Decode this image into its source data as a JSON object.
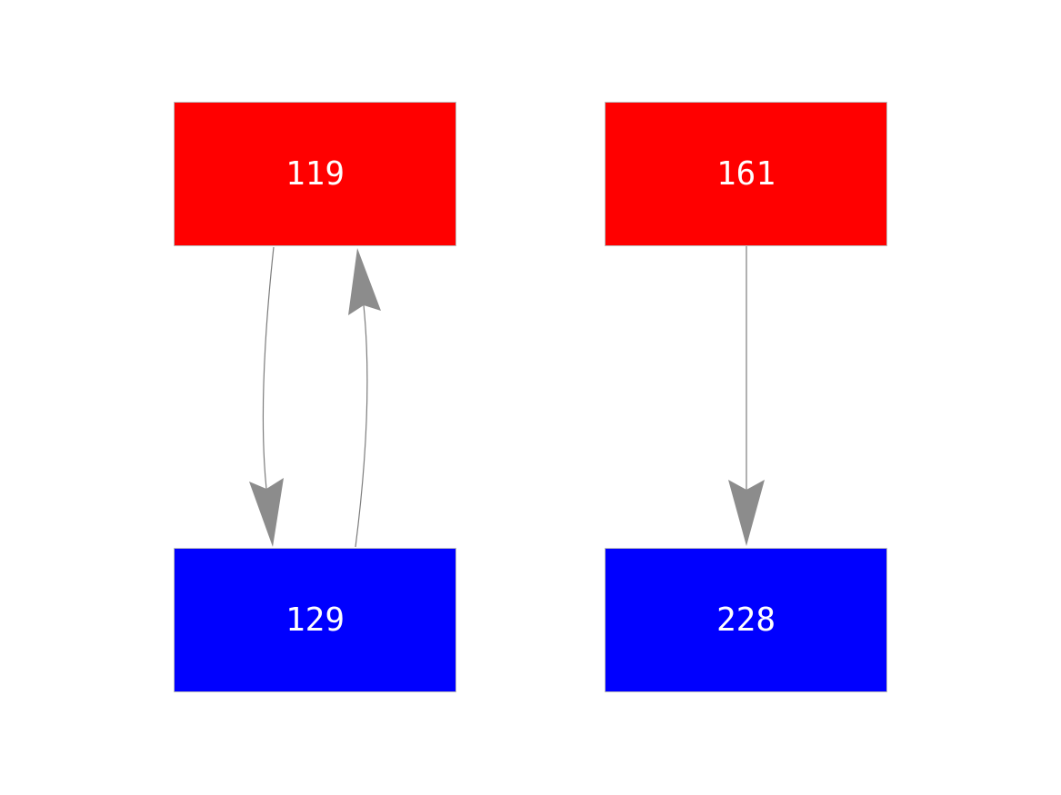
{
  "diagram": {
    "type": "graph",
    "background_color": "#ffffff",
    "node_border_color": "#bdbdbd",
    "edge_color": "#7d7d7d",
    "arrow_fill": "#8c8c8c",
    "label_text_color": "#ffffff",
    "node_colors": {
      "top_row": "#ff0000",
      "bottom_row": "#0000ff"
    },
    "nodes": [
      {
        "id": "119",
        "label": "119",
        "color": "#ff0000",
        "row": "top",
        "column": "left"
      },
      {
        "id": "161",
        "label": "161",
        "color": "#ff0000",
        "row": "top",
        "column": "right"
      },
      {
        "id": "129",
        "label": "129",
        "color": "#0000ff",
        "row": "bottom",
        "column": "left"
      },
      {
        "id": "228",
        "label": "228",
        "color": "#0000ff",
        "row": "bottom",
        "column": "right"
      }
    ],
    "edges": [
      {
        "from": "119",
        "to": "129",
        "style": "curved",
        "direction": "down"
      },
      {
        "from": "129",
        "to": "119",
        "style": "curved",
        "direction": "up"
      },
      {
        "from": "161",
        "to": "228",
        "style": "straight",
        "direction": "down"
      }
    ]
  }
}
